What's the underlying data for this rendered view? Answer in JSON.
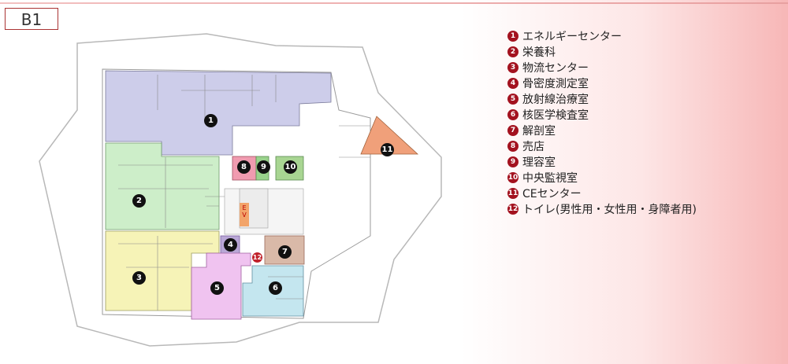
{
  "floor": "B1",
  "legend": [
    {
      "num": "1",
      "label": "エネルギーセンター"
    },
    {
      "num": "2",
      "label": "栄養科"
    },
    {
      "num": "3",
      "label": "物流センター"
    },
    {
      "num": "4",
      "label": "骨密度測定室"
    },
    {
      "num": "5",
      "label": "放射線治療室"
    },
    {
      "num": "6",
      "label": "核医学検査室"
    },
    {
      "num": "7",
      "label": "解剖室"
    },
    {
      "num": "8",
      "label": "売店"
    },
    {
      "num": "9",
      "label": "理容室"
    },
    {
      "num": "10",
      "label": "中央監視室"
    },
    {
      "num": "11",
      "label": "CEセンター"
    },
    {
      "num": "12",
      "label": "トイレ(男性用・女性用・身障者用)"
    }
  ],
  "map_labels": {
    "pin1": "1",
    "pin2": "2",
    "pin3": "3",
    "pin4": "4",
    "pin5": "5",
    "pin6": "6",
    "pin7": "7",
    "pin8": "8",
    "pin9": "9",
    "pin10": "10",
    "pin11": "11",
    "pin12": "12",
    "ev": "E V"
  },
  "colors": {
    "zone1": "#cdcdea",
    "zone2": "#cdeec9",
    "zone3": "#f6f3b7",
    "zone4": "#b9a7d6",
    "zone5": "#f0c3f0",
    "zone6": "#c4e6ef",
    "zone7": "#d9b9a8",
    "zone8": "#f09bb0",
    "zone9": "#99d28c",
    "zone10": "#a8d592",
    "zone11": "#f0a07a",
    "accent": "#a3121f"
  }
}
